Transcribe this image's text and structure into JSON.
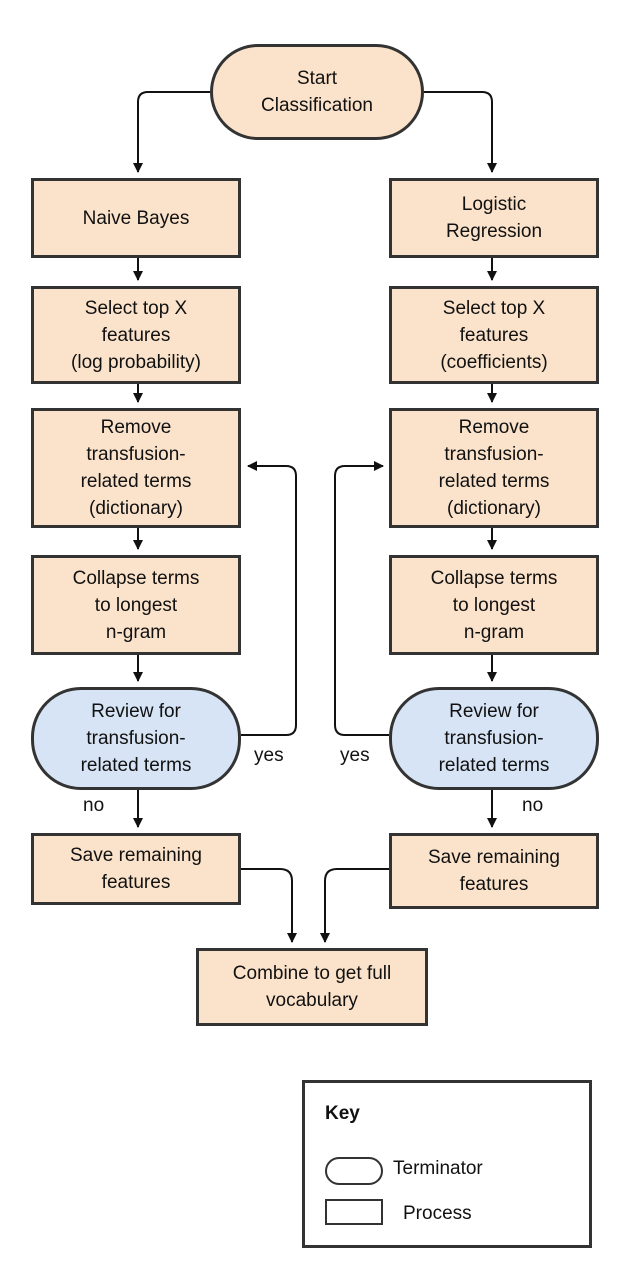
{
  "nodes": {
    "start": "Start\nClassification",
    "nb": "Naive Bayes",
    "lr": "Logistic\nRegression",
    "nb_select": "Select top X\nfeatures\n(log probability)",
    "lr_select": "Select top X\nfeatures\n(coefficients)",
    "nb_remove": "Remove\ntransfusion-\nrelated terms\n(dictionary)",
    "lr_remove": "Remove\ntransfusion-\nrelated terms\n(dictionary)",
    "nb_collapse": "Collapse terms\nto longest\nn-gram",
    "lr_collapse": "Collapse terms\nto longest\nn-gram",
    "nb_review": "Review for\ntransfusion-\nrelated terms",
    "lr_review": "Review for\ntransfusion-\nrelated terms",
    "nb_save": "Save remaining\nfeatures",
    "lr_save": "Save remaining\nfeatures",
    "combine": "Combine to get full\nvocabulary"
  },
  "edge_labels": {
    "nb_yes": "yes",
    "lr_yes": "yes",
    "nb_no": "no",
    "lr_no": "no"
  },
  "key": {
    "title": "Key",
    "terminator": "Terminator",
    "process": "Process"
  },
  "colors": {
    "process_fill": "#fbe3cb",
    "review_fill": "#d6e4f5",
    "stroke": "#333333"
  }
}
